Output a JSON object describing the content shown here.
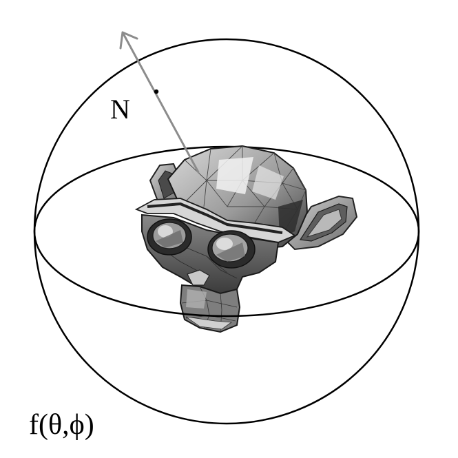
{
  "diagram": {
    "normal_label": "N",
    "function_label": "f(θ,ϕ)",
    "subject_icon": "monkey-head-mesh",
    "colors": {
      "outline": "#000000",
      "normal_arrow": "#8c8c8c",
      "background": "#ffffff"
    }
  }
}
